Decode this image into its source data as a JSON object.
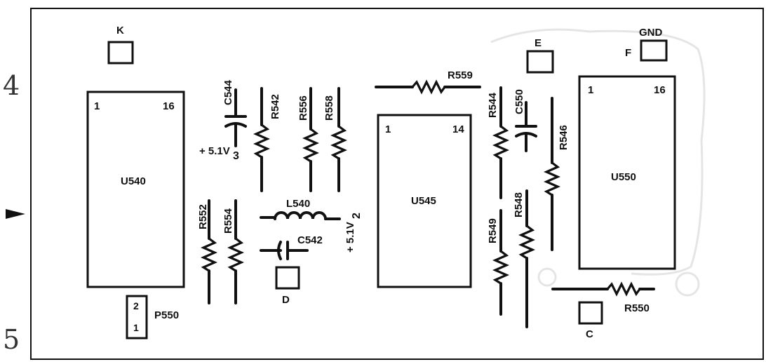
{
  "margin": {
    "row_top": "4",
    "row_bottom": "5"
  },
  "pads": {
    "k": "K",
    "e": "E",
    "f": "F",
    "gnd": "GND",
    "d": "D",
    "c": "C"
  },
  "ics": {
    "u540": {
      "name": "U540",
      "pin_first": "1",
      "pin_last": "16"
    },
    "u545": {
      "name": "U545",
      "pin_first": "1",
      "pin_last": "14"
    },
    "u550": {
      "name": "U550",
      "pin_first": "1",
      "pin_last": "16"
    }
  },
  "connector": {
    "name": "P550",
    "pin_top": "2",
    "pin_bottom": "1"
  },
  "resistors": {
    "r542": "R542",
    "r556": "R556",
    "r558": "R558",
    "r552": "R552",
    "r554": "R554",
    "r559": "R559",
    "r544": "R544",
    "r546": "R546",
    "r548": "R548",
    "r549": "R549",
    "r550": "R550"
  },
  "capacitors": {
    "c544": "C544",
    "c542": "C542",
    "c550": "C550"
  },
  "inductors": {
    "l540": "L540"
  },
  "voltages": {
    "v3": {
      "main": "+ 5.1V",
      "sub": "3"
    },
    "v2": {
      "main": "+ 5.1V",
      "sub": "2"
    }
  }
}
